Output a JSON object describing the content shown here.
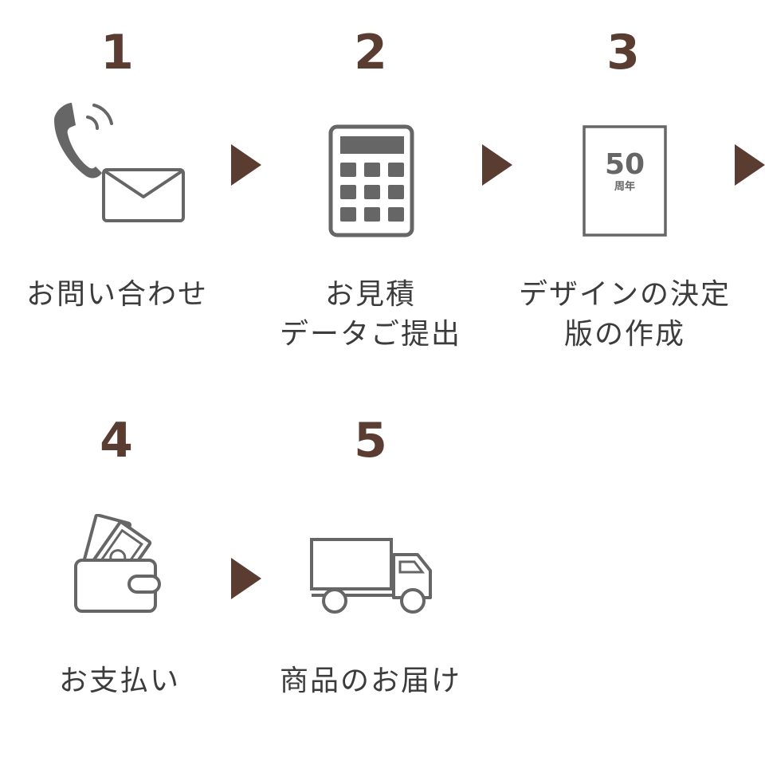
{
  "colors": {
    "number": "#5a3d30",
    "arrow": "#5a3d30",
    "icon": "#666666",
    "label": "#3c3c3c"
  },
  "steps": [
    {
      "number": "1",
      "label_lines": [
        "お問い合わせ"
      ],
      "icon": "phone-and-mail-icon"
    },
    {
      "number": "2",
      "label_lines": [
        "お見積",
        "データご提出"
      ],
      "icon": "calculator-icon"
    },
    {
      "number": "3",
      "label_lines": [
        "デザインの決定",
        "版の作成"
      ],
      "icon": "printing-plate-icon",
      "icon_text": {
        "big": "50",
        "small": "周年"
      }
    },
    {
      "number": "4",
      "label_lines": [
        "お支払い"
      ],
      "icon": "wallet-icon"
    },
    {
      "number": "5",
      "label_lines": [
        "商品のお届け"
      ],
      "icon": "delivery-truck-icon"
    }
  ]
}
